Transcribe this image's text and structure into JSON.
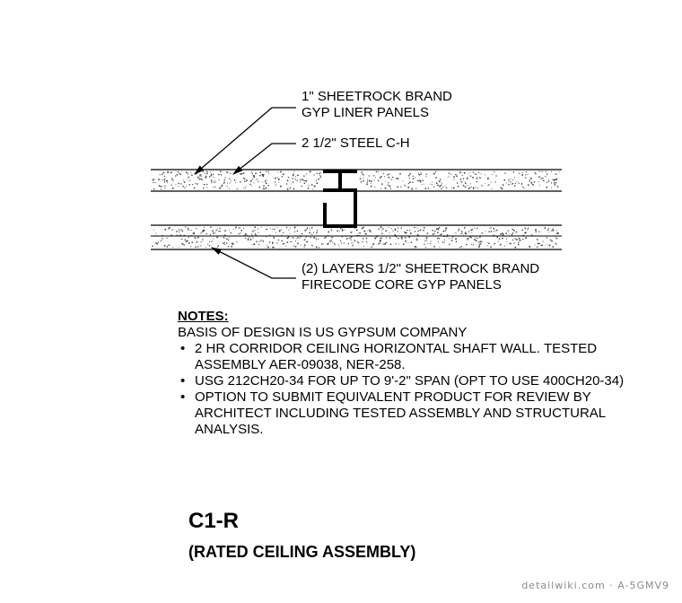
{
  "labels": {
    "liner_line1": "1\" SHEETROCK BRAND",
    "liner_line2": "GYP LINER PANELS",
    "stud": "2 1/2\"  STEEL C-H",
    "firecode_line1": "(2) LAYERS 1/2\" SHEETROCK BRAND",
    "firecode_line2": "FIRECODE CORE GYP PANELS"
  },
  "notes": {
    "heading": "NOTES:",
    "intro": "BASIS OF DESIGN IS US GYPSUM COMPANY",
    "items": [
      [
        "2 HR CORRIDOR CEILING HORIZONTAL SHAFT WALL. TESTED",
        "ASSEMBLY AER-09038, NER-258."
      ],
      [
        "USG 212CH20-34 FOR UP TO 9'-2\" SPAN (OPT TO USE 400CH20-34)"
      ],
      [
        "OPTION TO SUBMIT EQUIVALENT PRODUCT FOR REVIEW BY",
        "ARCHITECT INCLUDING TESTED ASSEMBLY AND STRUCTURAL",
        "ANALYSIS."
      ]
    ]
  },
  "title": "C1-R",
  "subtitle": "(RATED CEILING ASSEMBLY)",
  "watermark": "detailwiki.com · A-5GMV9"
}
